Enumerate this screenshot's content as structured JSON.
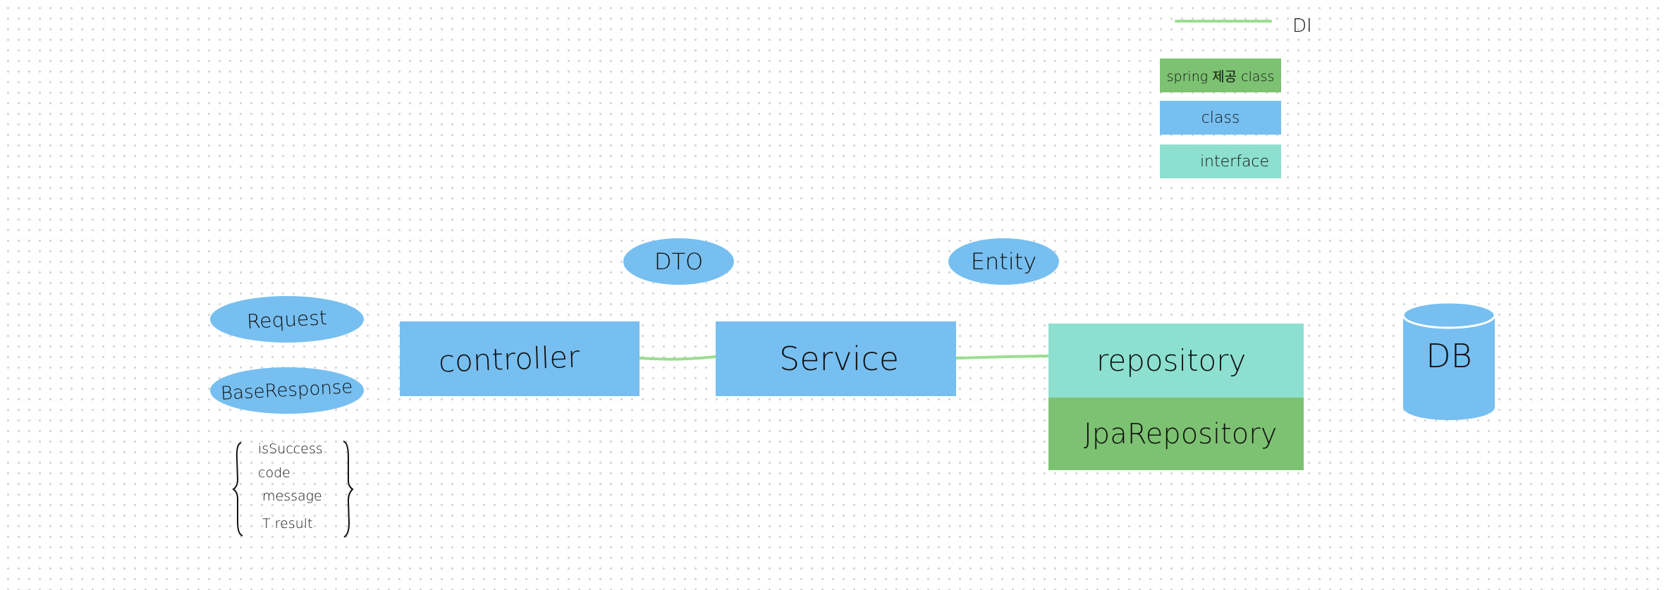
{
  "legend": {
    "di_label": "DI",
    "spring_class_label": "spring 제공 class",
    "class_label": "class",
    "interface_label": "interface",
    "colors": {
      "di_line": "#9ade8f",
      "spring_class": "#7dc272",
      "class": "#77bff0",
      "interface": "#8de0cf"
    }
  },
  "nodes": {
    "dto": "DTO",
    "entity": "Entity",
    "request": "Request",
    "base_response": "BaseResponse",
    "controller": "controller",
    "service": "Service",
    "repository": "repository",
    "jpa_repository": "JpaRepository",
    "db": "DB"
  },
  "base_response_fields": [
    "isSuccess",
    "code",
    "message",
    "T result"
  ],
  "edges": [
    {
      "from": "controller",
      "to": "service",
      "type": "DI"
    },
    {
      "from": "service",
      "to": "repository",
      "type": "DI"
    }
  ]
}
